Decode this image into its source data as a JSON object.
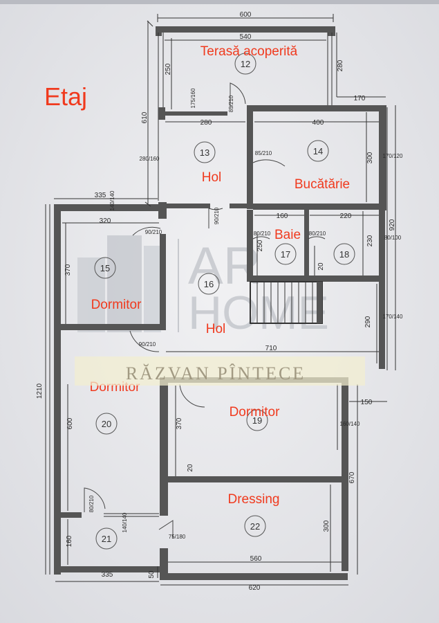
{
  "title": "Etaj",
  "watermark": {
    "line1": "AR",
    "line2": "HOME",
    "banner": "RĂZVAN PÎNTECE"
  },
  "colors": {
    "label": "#f03a1e",
    "wall": "#555555",
    "paper": "#ececee",
    "banner": "#f2eed0"
  },
  "rooms": [
    {
      "label": "Terasă acoperită",
      "number": "12"
    },
    {
      "label": "Hol",
      "number": "13"
    },
    {
      "label": "Bucătărie",
      "number": "14"
    },
    {
      "label": "Dormitor",
      "number": "15"
    },
    {
      "label": "Hol",
      "number": "16"
    },
    {
      "label": "Baie",
      "number": "17"
    },
    {
      "label": "",
      "number": "18"
    },
    {
      "label": "Dormitor",
      "number": "19"
    },
    {
      "label": "Dormitor",
      "number": "20"
    },
    {
      "label": "",
      "number": "21"
    },
    {
      "label": "Dressing",
      "number": "22"
    }
  ],
  "dimensions": {
    "top_600": "600",
    "top_540": "540",
    "left_250": "250",
    "right_280": "280",
    "left_610": "610",
    "w_175_160": "175/160",
    "d_85_210_a": "85/210",
    "right_170": "170",
    "h_280": "280",
    "h_400": "400",
    "w_280_160": "280/160",
    "d_85_210_b": "85/210",
    "v_300": "300",
    "w_170_120": "170/120",
    "top_335": "335",
    "w_140_140": "140/140",
    "h_320": "320",
    "d_90_210_a": "90/210",
    "d_90_210_b": "90/210",
    "d_80_210_a": "80/210",
    "d_80_210_b": "80/210",
    "h_160": "160",
    "h_220": "220",
    "v_920": "920",
    "v_230": "230",
    "w_80_100": "80/100",
    "v_370": "370",
    "v_250": "250",
    "v_20": "20",
    "v_290": "290",
    "w_170_140": "170/140",
    "d_90_210_c": "90/210",
    "h_710": "710",
    "v_1210": "1210",
    "v_600": "600",
    "h_150": "150",
    "v_370b": "370",
    "v_20b": "20",
    "w_160_140": "160/140",
    "v_670": "670",
    "d_80_210_c": "80/210",
    "w_140_140b": "140/140",
    "v_160": "160",
    "d_75_180": "75/180",
    "v_300b": "300",
    "h_560": "560",
    "h_335b": "335",
    "v_50": "50",
    "h_620": "620"
  }
}
